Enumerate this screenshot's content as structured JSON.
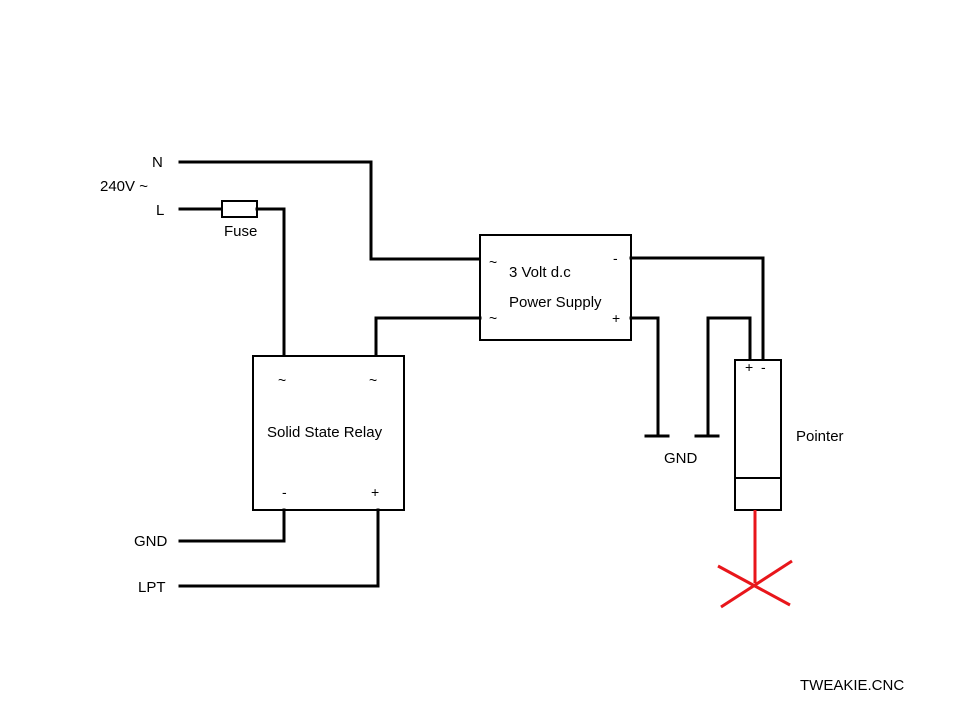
{
  "colors": {
    "wire": "#000000",
    "laser": "#e8161b",
    "background": "#ffffff"
  },
  "mains": {
    "neutral_label": "N",
    "voltage_label": "240V ~",
    "live_label": "L",
    "fuse_label": "Fuse"
  },
  "relay": {
    "title": "Solid State Relay",
    "ac_in_symbol": "~",
    "ac_out_symbol": "~",
    "neg_symbol": "-",
    "pos_symbol": "+"
  },
  "relay_control": {
    "gnd_label": "GND",
    "lpt_label": "LPT"
  },
  "power_supply": {
    "title_line1": "3 Volt d.c",
    "title_line2": "Power Supply",
    "ac_in1_symbol": "~",
    "ac_in2_symbol": "~",
    "neg_symbol": "-",
    "pos_symbol": "+"
  },
  "output": {
    "gnd_label": "GND"
  },
  "pointer": {
    "label": "Pointer",
    "pos_symbol": "+",
    "neg_symbol": "-"
  },
  "footer": {
    "brand": "TWEAKIE.CNC"
  }
}
